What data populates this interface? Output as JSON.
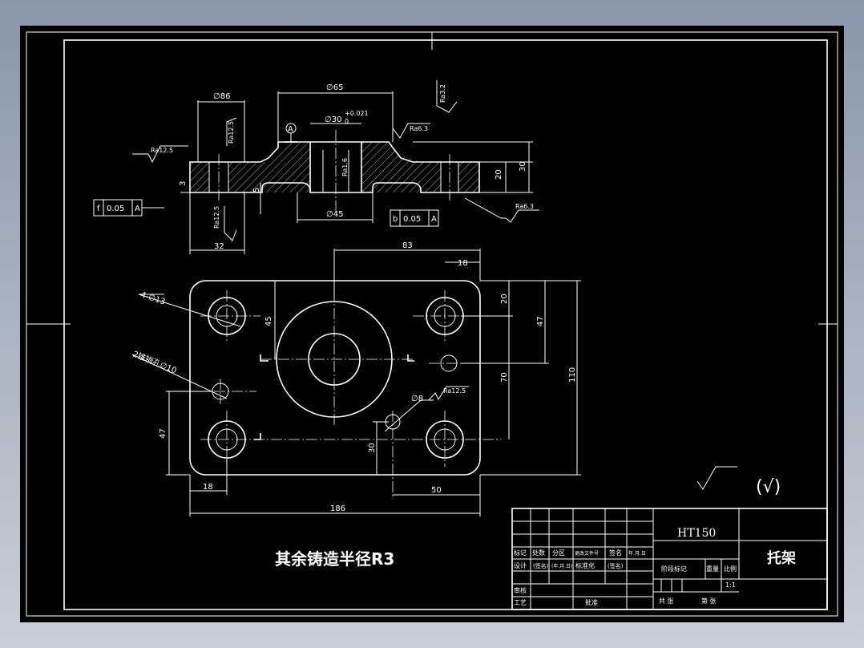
{
  "drawing": {
    "dimensions": {
      "d86": "∅86",
      "d65": "∅65",
      "d30": "∅30",
      "d30_tol": "+0.021",
      "d30_tol_low": "0",
      "d45": "∅45",
      "len32": "32",
      "h20": "20",
      "h30": "30",
      "h3": "3",
      "h5": "5",
      "len83": "83",
      "len18_top": "18",
      "len20": "20",
      "len47_right": "47",
      "len45": "45",
      "len70": "70",
      "len110": "110",
      "len47_left": "47",
      "len30": "30",
      "len18_bottom": "18",
      "len50": "50",
      "len186": "186",
      "holes_4x13": "4-∅13",
      "pin_holes": "2锥销孔∅10",
      "hole_d8": "∅8"
    },
    "roughness": {
      "ra12_5_left": "Ra12.5",
      "ra12_5_vert": "Ra12.5",
      "ra3_2_top": "Ra3.2",
      "ra6_3_top": "Ra6.3",
      "ra1_6": "Ra1.6",
      "ra6_3_bottom": "Ra6.3",
      "ra12_5_bottom": "Ra12.5",
      "ra12_5_hole": "Ra12.5"
    },
    "datum": "A",
    "tolerances": {
      "flatness_symbol": "f",
      "flatness_value": "0.05",
      "flatness_datum": "A",
      "parallel_symbol": "b",
      "parallel_value": "0.05",
      "parallel_datum": "A"
    },
    "general_note": "其余铸造半径R3",
    "general_roughness": "(√)"
  },
  "title_block": {
    "material": "HT150",
    "part_name": "托架",
    "scale_label": "比例",
    "scale": "1:1",
    "weight_label": "重量",
    "stage_label": "阶段标记",
    "sheet_total": "共 张",
    "sheet_no": "第 张",
    "row_mark": "标记",
    "row_count": "处数",
    "row_zone": "分区",
    "row_docno": "更改文件号",
    "row_sign": "签名",
    "row_date": "年.月.日",
    "designer": "设计",
    "designer_sig": "(签名)",
    "date_sig": "(年.月.日)",
    "standard": "标准化",
    "reviewer": "审核",
    "process": "工艺",
    "approve": "批准"
  },
  "colors": {
    "background": "#000000",
    "line": "#ffffff",
    "window": "#8a97a8"
  }
}
